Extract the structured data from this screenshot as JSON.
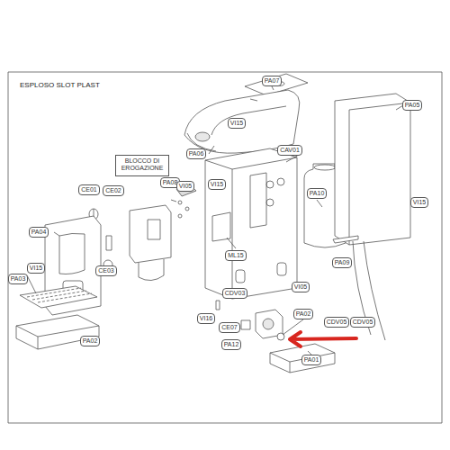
{
  "diagram": {
    "title": "ESPLOSO SLOT PLAST",
    "nodes": [
      {
        "text": [
          "BLOCCO DI EROGAZIONE"
        ]
      }
    ],
    "labels": [
      "PA07",
      "VI15",
      "PA06",
      "PA05",
      "PA08",
      "VI15",
      "CAV01",
      "PA10",
      "CE01",
      "CE02",
      "VI05",
      "VI15",
      "PA04",
      "ML15",
      "PA09",
      "VI15",
      "PA03",
      "CE03",
      "CDV03",
      "VI05",
      "VI16",
      "CE07",
      "PA02",
      "CDV05",
      "CDV05",
      "PA12",
      "PA01",
      "PA02"
    ]
  }
}
